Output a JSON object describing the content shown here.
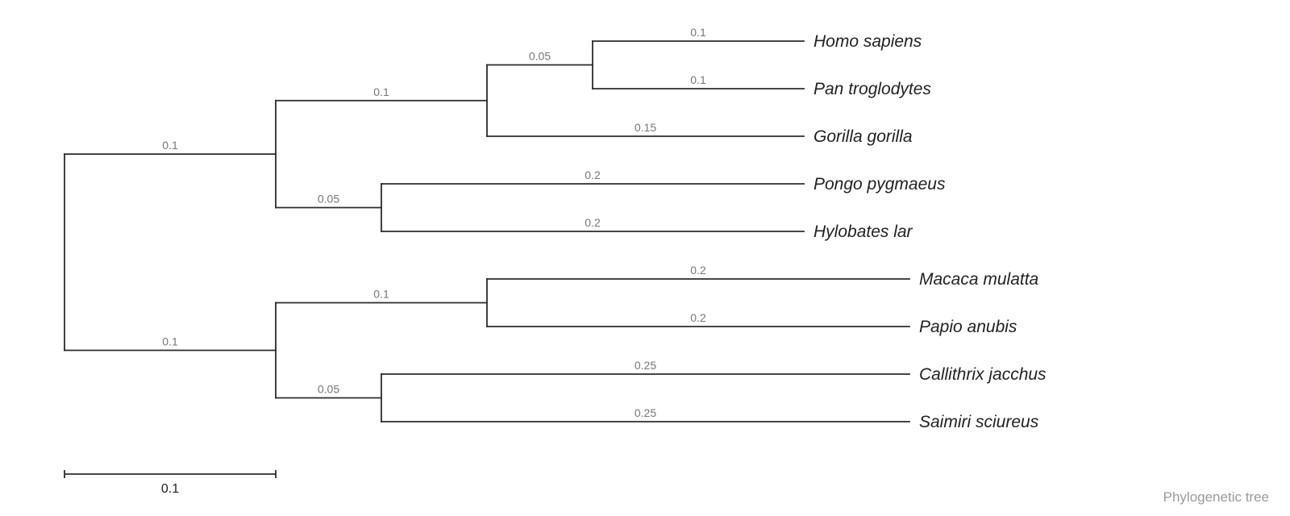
{
  "caption": "Phylogenetic tree",
  "scale_bar": {
    "length": 0.1,
    "label": "0.1"
  },
  "tree": {
    "children": [
      {
        "length": 0.1,
        "label": "0.1",
        "children": [
          {
            "length": 0.1,
            "label": "0.1",
            "children": [
              {
                "length": 0.05,
                "label": "0.05",
                "children": [
                  {
                    "name": "Homo sapiens",
                    "length": 0.1,
                    "label": "0.1"
                  },
                  {
                    "name": "Pan troglodytes",
                    "length": 0.1,
                    "label": "0.1"
                  }
                ]
              },
              {
                "name": "Gorilla gorilla",
                "length": 0.15,
                "label": "0.15"
              }
            ]
          },
          {
            "length": 0.05,
            "label": "0.05",
            "children": [
              {
                "name": "Pongo pygmaeus",
                "length": 0.2,
                "label": "0.2"
              },
              {
                "name": "Hylobates lar",
                "length": 0.2,
                "label": "0.2"
              }
            ]
          }
        ]
      },
      {
        "length": 0.1,
        "label": "0.1",
        "children": [
          {
            "length": 0.1,
            "label": "0.1",
            "children": [
              {
                "name": "Macaca mulatta",
                "length": 0.2,
                "label": "0.2"
              },
              {
                "name": "Papio anubis",
                "length": 0.2,
                "label": "0.2"
              }
            ]
          },
          {
            "length": 0.05,
            "label": "0.05",
            "children": [
              {
                "name": "Callithrix jacchus",
                "length": 0.25,
                "label": "0.25"
              },
              {
                "name": "Saimiri sciureus",
                "length": 0.25,
                "label": "0.25"
              }
            ]
          }
        ]
      }
    ]
  }
}
